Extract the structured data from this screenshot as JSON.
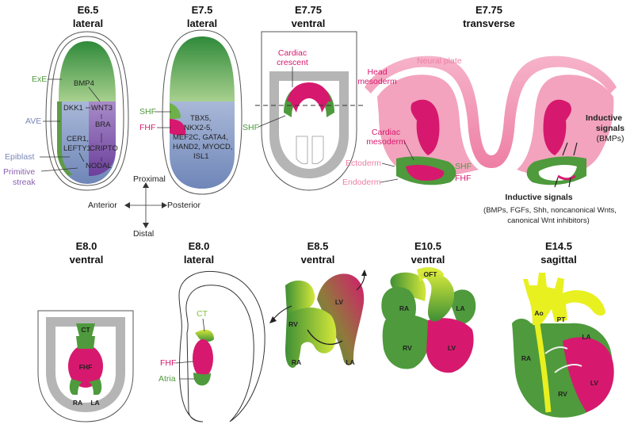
{
  "panels": {
    "e65": {
      "stage": "E6.5",
      "view": "lateral"
    },
    "e75l": {
      "stage": "E7.5",
      "view": "lateral"
    },
    "e775v": {
      "stage": "E7.75",
      "view": "ventral"
    },
    "e775t": {
      "stage": "E7.75",
      "view": "transverse"
    },
    "e80v": {
      "stage": "E8.0",
      "view": "ventral"
    },
    "e80l": {
      "stage": "E8.0",
      "view": "lateral"
    },
    "e85v": {
      "stage": "E8.5",
      "view": "ventral"
    },
    "e105v": {
      "stage": "E10.5",
      "view": "ventral"
    },
    "e145s": {
      "stage": "E14.5",
      "view": "sagittal"
    }
  },
  "e65": {
    "left_labels": {
      "exe": "ExE",
      "ave": "AVE",
      "epiblast": "Epiblast",
      "primitive": "Primitive",
      "streak": "streak"
    },
    "genes": {
      "bmp4": "BMP4",
      "dkk1": "DKK1",
      "wnt3": "WNT3",
      "bra": "BRA",
      "cer1": "CER1,",
      "lefty1": "LEFTY1",
      "cripto": "CRIPTO",
      "nodal": "NODAL"
    }
  },
  "e75l": {
    "shf": "SHF",
    "fhf": "FHF",
    "genes": [
      "TBX5,",
      "NKX2-5,",
      "MEF2C, GATA4,",
      "HAND2, MYOCD,",
      "ISL1"
    ]
  },
  "axes": {
    "proximal": "Proximal",
    "distal": "Distal",
    "anterior": "Anterior",
    "posterior": "Posterior"
  },
  "e775v": {
    "cardiac1": "Cardiac",
    "cardiac2": "crescent",
    "shf": "SHF"
  },
  "e775t": {
    "neural_plate": "Neural plate",
    "head1": "Head",
    "head2": "mesoderm",
    "cardiac1": "Cardiac",
    "cardiac2": "mesoderm",
    "ectoderm": "Ectoderm",
    "endoderm": "Endoderm",
    "shf": "SHF",
    "fhf": "FHF",
    "inductive1": "Inductive",
    "inductive2": "signals",
    "inductive3": "(BMPs)",
    "ind_title": "Inductive signals",
    "ind_line1": "(BMPs, FGFs, Shh, noncanonical Wnts,",
    "ind_line2": "canonical Wnt inhibitors)"
  },
  "e80v": {
    "ct": "CT",
    "fhf": "FHF",
    "ra": "RA",
    "la": "LA"
  },
  "e80l": {
    "ct": "CT",
    "fhf": "FHF",
    "atria": "Atria"
  },
  "e85v": {
    "lv": "LV",
    "rv": "RV",
    "ra": "RA",
    "la": "LA"
  },
  "e105v": {
    "oft": "OFT",
    "ra": "RA",
    "la": "LA",
    "rv": "RV",
    "lv": "LV"
  },
  "e145s": {
    "ao": "Ao",
    "pt": "PT",
    "la": "LA",
    "ra": "RA",
    "lv": "LV",
    "rv": "RV"
  },
  "colors": {
    "shf_green": "#4e9a3c",
    "fhf_magenta": "#d6196e",
    "ave_lavender": "#7a86b8",
    "streak_purple": "#8b5fb0",
    "neural_pink": "#ec7fa6",
    "gray": "#b5b5b5",
    "yellow": "#e8f020"
  }
}
